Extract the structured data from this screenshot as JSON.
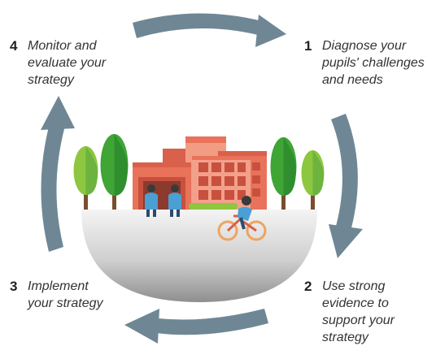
{
  "steps": [
    {
      "number": "1",
      "text": "Diagnose your\npupils' challenges\nand needs"
    },
    {
      "number": "2",
      "text": "Use strong\nevidence to\nsupport your\nstrategy"
    },
    {
      "number": "3",
      "text": "Implement\nyour strategy"
    },
    {
      "number": "4",
      "text": "Monitor and\nevaluate your\nstrategy"
    }
  ],
  "colors": {
    "arrow": "#6f8795",
    "tree_light": "#8dc63f",
    "tree_dark": "#3fa535",
    "building": "#e8735a",
    "building_light": "#f39c84",
    "ground_top": "#f2f2f2",
    "ground_bottom": "#9a9a9a",
    "figure": "#4a9fd5"
  },
  "icons": [
    "cycle-arrow-icon",
    "school-building-icon",
    "tree-icon",
    "person-icon",
    "cyclist-icon"
  ]
}
